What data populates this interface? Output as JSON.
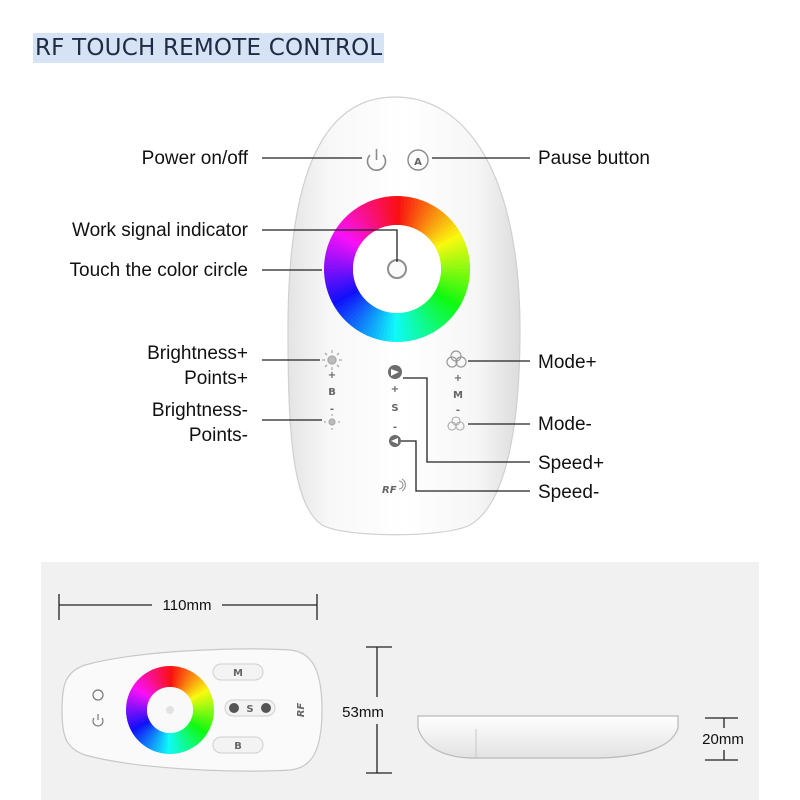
{
  "header": {
    "title": "RF TOUCH REMOTE CONTROL"
  },
  "labels": {
    "power": "Power on/off",
    "pause": "Pause button",
    "work_signal": "Work signal indicator",
    "touch_circle": "Touch the color circle",
    "brightness_plus_1": "Brightness+",
    "brightness_plus_2": "Points+",
    "brightness_minus_1": "Brightness-",
    "brightness_minus_2": "Points-",
    "mode_plus": "Mode+",
    "mode_minus": "Mode-",
    "speed_plus": "Speed+",
    "speed_minus": "Speed-"
  },
  "remote": {
    "b_letter": "B",
    "s_letter": "S",
    "m_letter": "M",
    "plus": "+",
    "minus": "-",
    "rf_logo": "RF"
  },
  "dimensions": {
    "width": "110mm",
    "height": "53mm",
    "depth": "20mm"
  },
  "small_remote": {
    "m_row": "M",
    "s_row": "S",
    "b_row": "B",
    "rf_logo": "RF"
  }
}
